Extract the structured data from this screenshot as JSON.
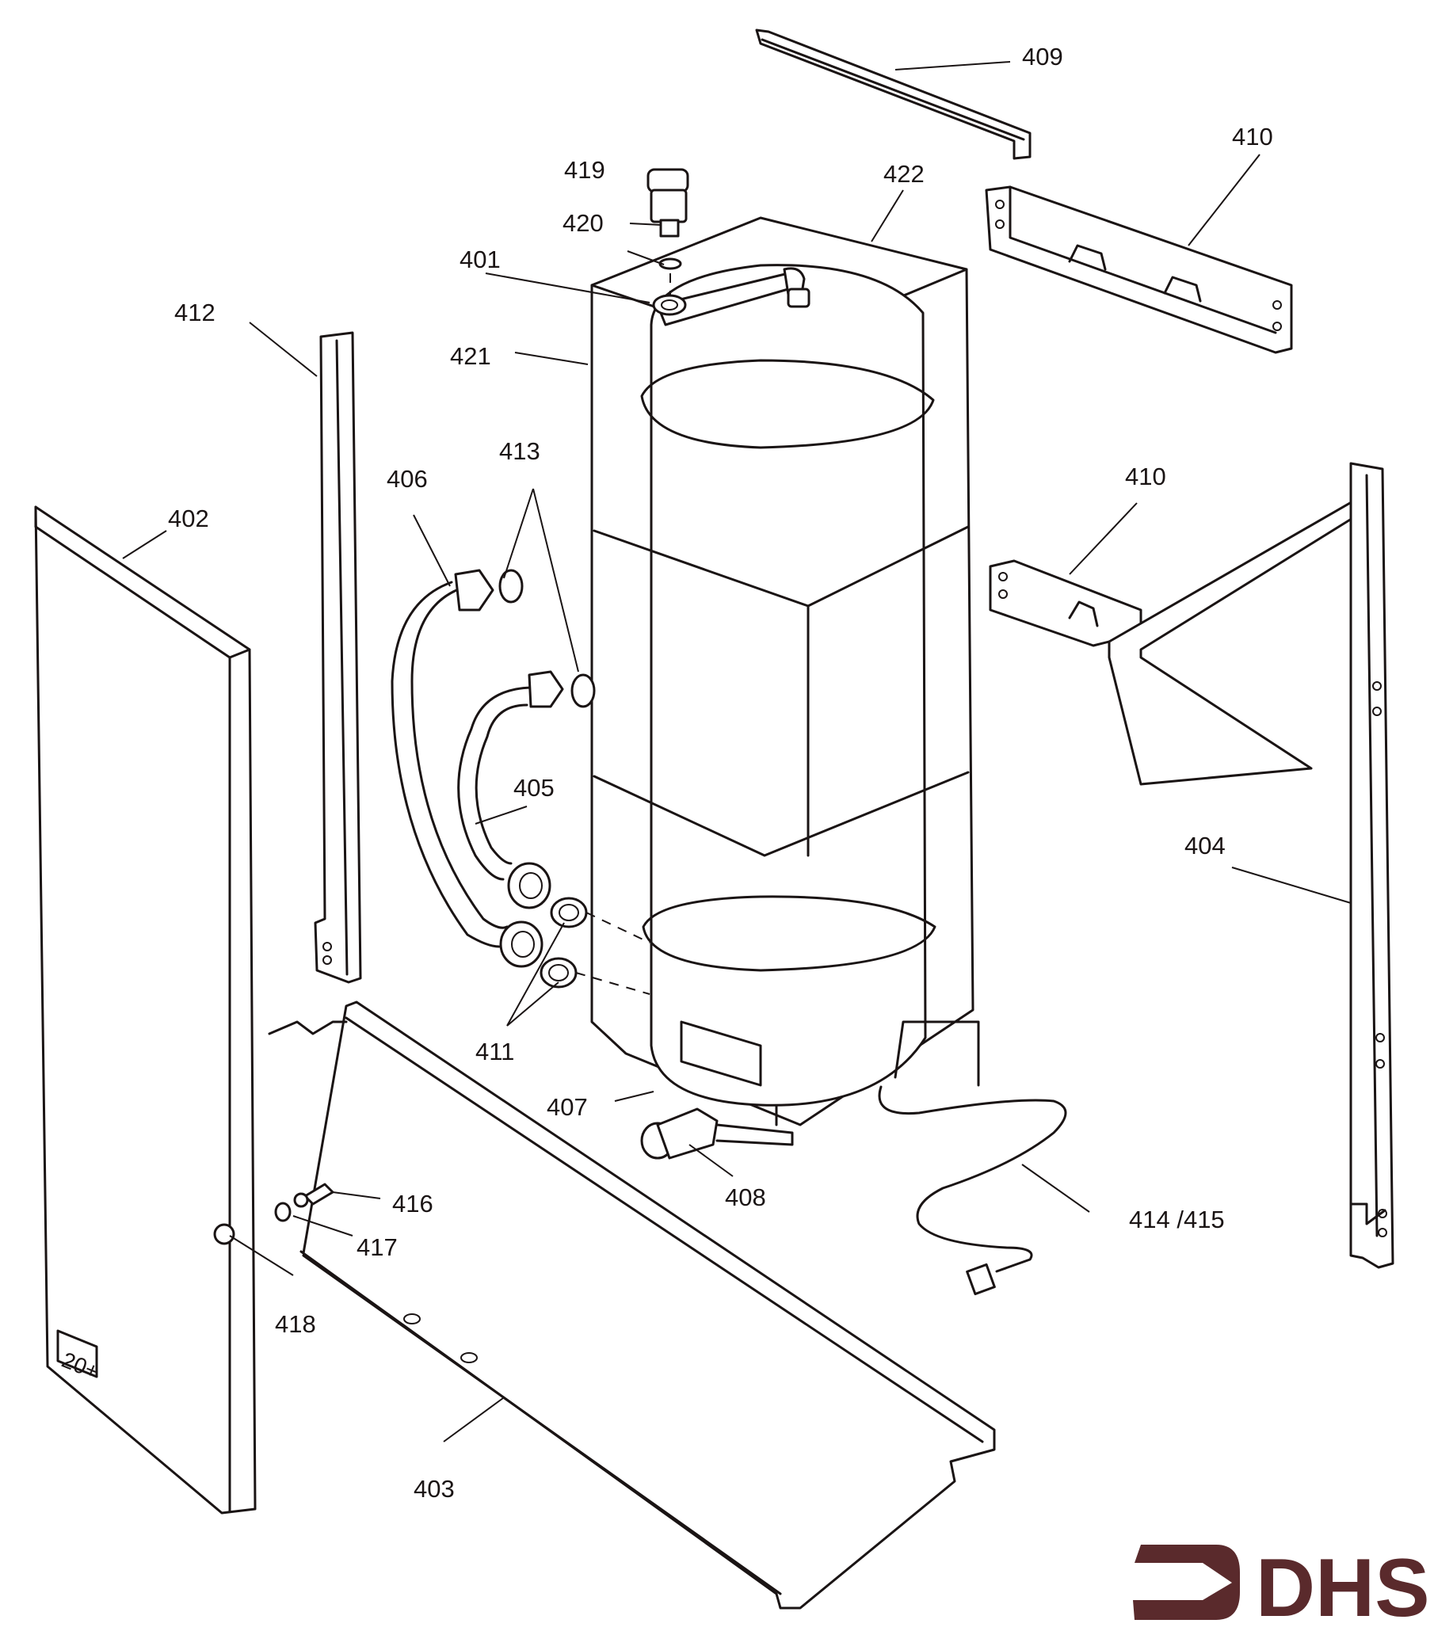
{
  "diagram": {
    "title": "Exploded parts diagram",
    "parts": [
      {
        "id": "401",
        "label": "401"
      },
      {
        "id": "402",
        "label": "402"
      },
      {
        "id": "403",
        "label": "403"
      },
      {
        "id": "404",
        "label": "404"
      },
      {
        "id": "405",
        "label": "405"
      },
      {
        "id": "406",
        "label": "406"
      },
      {
        "id": "407",
        "label": "407"
      },
      {
        "id": "408",
        "label": "408"
      },
      {
        "id": "409",
        "label": "409"
      },
      {
        "id": "410a",
        "label": "410"
      },
      {
        "id": "410b",
        "label": "410"
      },
      {
        "id": "411",
        "label": "411"
      },
      {
        "id": "412",
        "label": "412"
      },
      {
        "id": "413",
        "label": "413"
      },
      {
        "id": "414_415",
        "label": "414 /415"
      },
      {
        "id": "416",
        "label": "416"
      },
      {
        "id": "417",
        "label": "417"
      },
      {
        "id": "418",
        "label": "418"
      },
      {
        "id": "419",
        "label": "419"
      },
      {
        "id": "420",
        "label": "420"
      },
      {
        "id": "421",
        "label": "421"
      },
      {
        "id": "422",
        "label": "422"
      }
    ],
    "panel_badge": "20+"
  },
  "logo": {
    "text": "DHS",
    "color": "#5a2a2c"
  }
}
